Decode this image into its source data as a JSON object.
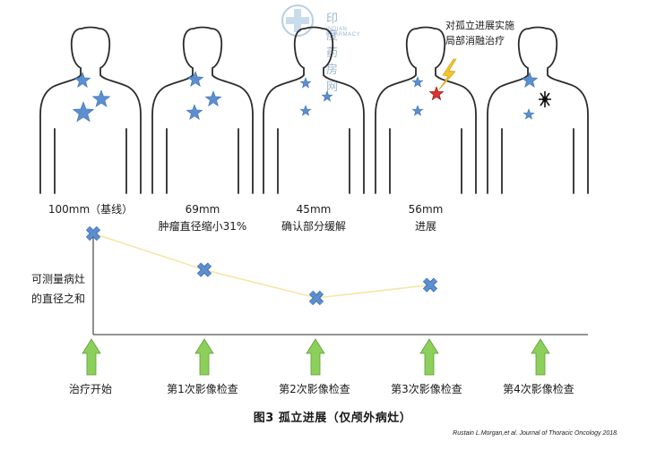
{
  "watermark": {
    "title": "印度药房网",
    "subtitle": "INDIAN PHARMACY"
  },
  "annotation": {
    "line1": "对孤立进展实施",
    "line2": "局部消融治疗"
  },
  "figures": [
    {
      "measure": "100mm（基线）",
      "note": ""
    },
    {
      "measure": "69mm",
      "note": "肿瘤直径缩小31%"
    },
    {
      "measure": "45mm",
      "note": "确认部分缓解"
    },
    {
      "measure": "56mm",
      "note": "进展"
    },
    {
      "measure": "",
      "note": ""
    }
  ],
  "chart_data": {
    "type": "line",
    "ylabel_line1": "可测量病灶",
    "ylabel_line2": "的直径之和",
    "x": [
      "治疗开始",
      "第1次影像检查",
      "第2次影像检查",
      "第3次影像检查"
    ],
    "values": [
      100,
      69,
      45,
      56
    ],
    "ylim": [
      35,
      110
    ],
    "series_color": "#f6e6a6",
    "marker_color": "#5b8fd0"
  },
  "timeline": [
    "治疗开始",
    "第1次影像检查",
    "第2次影像检查",
    "第3次影像检查",
    "第4次影像检查"
  ],
  "colors": {
    "arrow": "#8ccf5a",
    "star": "#5b8fd0",
    "star_progress": "#e0322e",
    "lightning": "#f2c32b",
    "outline": "#2b2b2b"
  },
  "caption": "图3 孤立进展（仅颅外病灶）",
  "citation": "Rustain L.Morgan,et al. Journal of Thoracic Oncology 2018."
}
